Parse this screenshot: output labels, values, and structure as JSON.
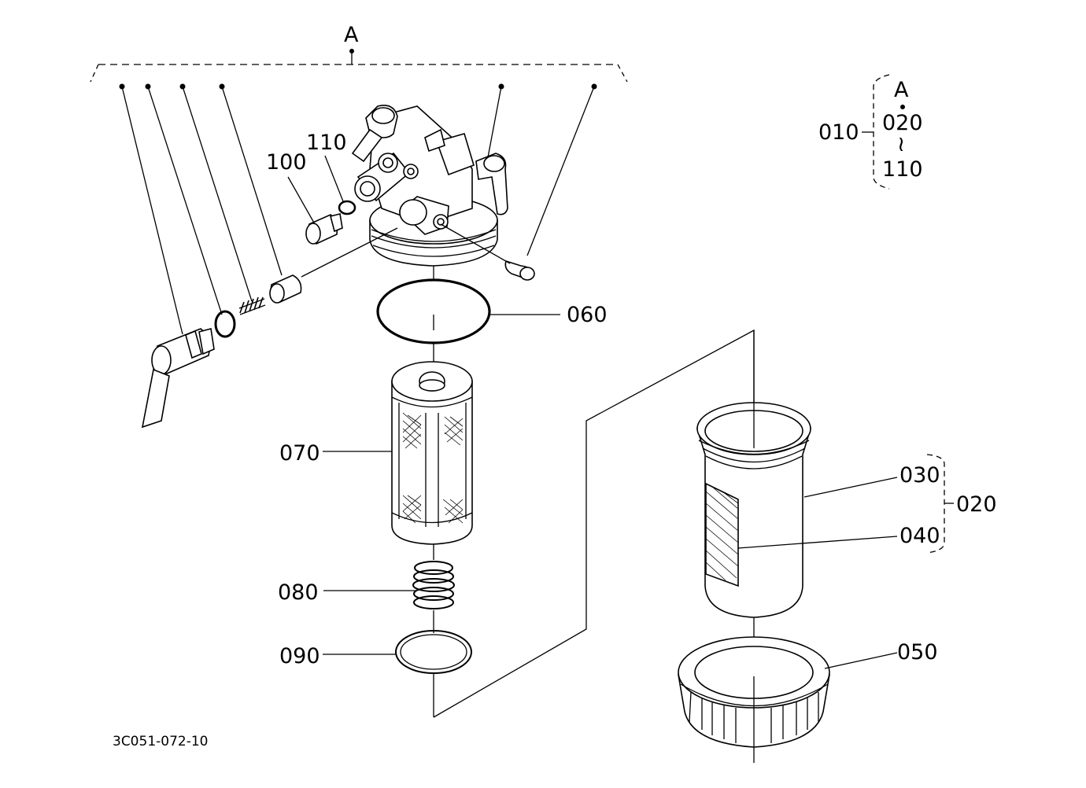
{
  "group_letter": "A",
  "labels": {
    "p010": "010",
    "p020": "020",
    "p030": "030",
    "p040": "040",
    "p050": "050",
    "p060": "060",
    "p070": "070",
    "p080": "080",
    "p090": "090",
    "p100": "100",
    "p110": "110"
  },
  "legend": {
    "assembly": "010",
    "letter": "A",
    "from": "020",
    "range_symbol": "≀",
    "to": "110"
  },
  "drawing_code": "3C051-072-10"
}
